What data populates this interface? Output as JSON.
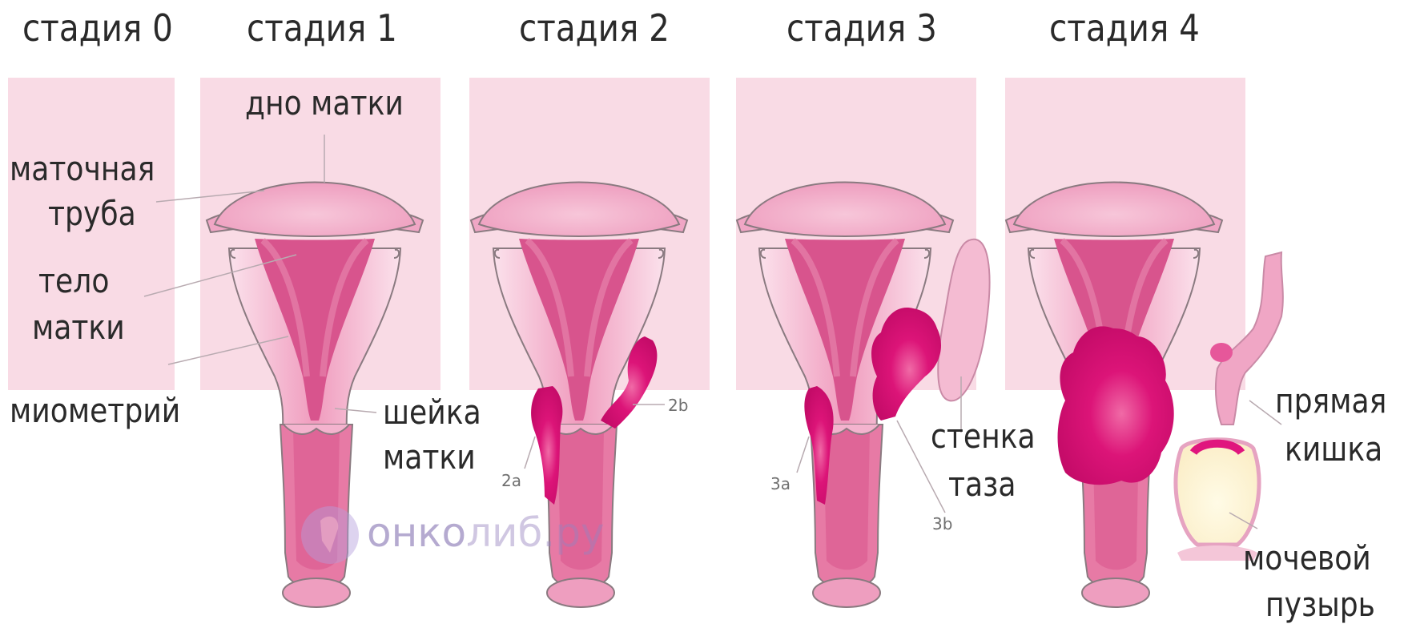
{
  "stages": [
    "стадия 0",
    "стадия 1",
    "стадия 2",
    "стадия 3",
    "стадия 4"
  ],
  "labels": {
    "fundus": "дно матки",
    "tube_line1": "маточная",
    "tube_line2": "труба",
    "body_line1": "тело",
    "body_line2": "матки",
    "myometrium": "миометрий",
    "cervix_line1": "шейка",
    "cervix_line2": "матки",
    "pelvic_wall_line1": "стенка",
    "pelvic_wall_line2": "таза",
    "rectum_line1": "прямая",
    "rectum_line2": "кишка",
    "bladder_line1": "мочевой",
    "bladder_line2": "пузырь"
  },
  "substage_labels": {
    "s2a": "2a",
    "s2b": "2b",
    "s3a": "3a",
    "s3b": "3b"
  },
  "watermark": {
    "part1": "онко",
    "part2": "либ.ру"
  },
  "colors": {
    "panel_bg": "#f9dbe5",
    "uterus_light": "#f4b3ce",
    "uterus_mid": "#e5779f",
    "uterus_dark": "#cc4a82",
    "tumor": "#e0157e",
    "outline": "#8a7a80"
  }
}
